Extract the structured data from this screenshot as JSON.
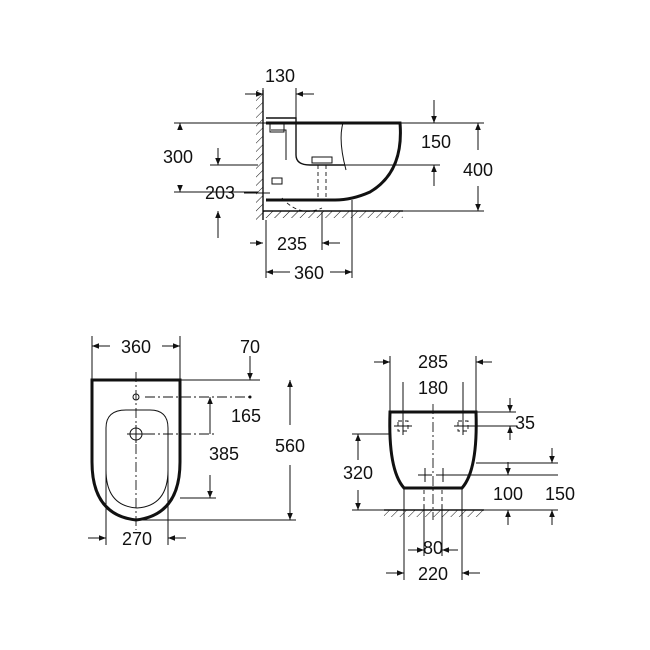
{
  "side_view": {
    "dims": {
      "d130": "130",
      "d300": "300",
      "d150": "150",
      "d400": "400",
      "d203": "203",
      "d235": "235",
      "d360": "360"
    }
  },
  "top_view": {
    "dims": {
      "d360": "360",
      "d70": "70",
      "d165": "165",
      "d385": "385",
      "d560": "560",
      "d270": "270"
    }
  },
  "front_view": {
    "dims": {
      "d285": "285",
      "d180": "180",
      "d35": "35",
      "d320": "320",
      "d100": "100",
      "d150": "150",
      "d80": "80",
      "d220": "220"
    }
  },
  "colors": {
    "ink": "#111111",
    "background": "#ffffff"
  }
}
